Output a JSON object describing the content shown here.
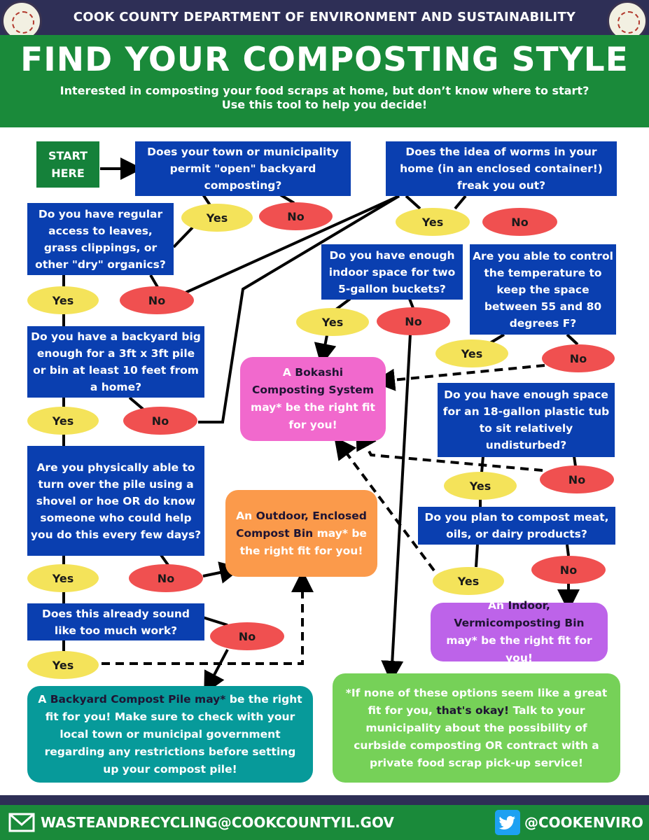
{
  "header": {
    "department": "COOK COUNTY DEPARTMENT OF ENVIRONMENT AND SUSTAINABILITY",
    "title": "FIND YOUR COMPOSTING STYLE",
    "intro_line1": "Interested in composting your food scraps at home, but don’t know where to start?",
    "intro_line2": "Use this tool to help you decide!"
  },
  "start": {
    "line1": "START",
    "line2": "HERE"
  },
  "questions": {
    "open_composting": "Does your town or municipality permit \"open\" backyard composting?",
    "worms": "Does the idea of worms in your home (in an enclosed container!) freak you out?",
    "dry_organics": "Do you have regular access to leaves, grass clippings, or other \"dry\" organics?",
    "indoor_space": "Do you have enough indoor space for two 5-gallon buckets?",
    "temperature": "Are you able to control the temperature to keep the space between 55 and 80 degrees F?",
    "backyard": "Do you have a backyard big enough for a 3ft x 3ft pile or bin at least 10 feet from a home?",
    "tub_space": "Do you have enough space for an 18-gallon plastic tub to sit relatively undisturbed?",
    "physically_able": "Are you physically able to turn over the pile using a shovel or hoe OR do know someone who could help you do this every few days?",
    "meat_oils": "Do you plan to compost meat, oils, or dairy products?",
    "too_much_work": "Does this already sound like too much work?"
  },
  "answers": {
    "yes": "Yes",
    "no": "No"
  },
  "results": {
    "bokashi": {
      "pre": "A ",
      "name": "Bokashi Composting System",
      "post": " may* be the right fit for you!"
    },
    "outdoor_bin": {
      "pre": "An ",
      "name": "Outdoor, Enclosed Compost Bin",
      "post": " may* be the right fit for you!"
    },
    "vermi": {
      "pre": "An ",
      "name": "Indoor, Vermicomposting Bin",
      "post": " may* be the right fit for you!"
    },
    "backyard_pile": {
      "pre": "A ",
      "name": "Backyard Compost Pile",
      "mid": " may*",
      "post": " be the right fit for you! Make sure to check with your local town or municipal government regarding any restrictions before setting up your compost pile!"
    },
    "none": {
      "pre": "*If none of these options seem like a great fit for you, ",
      "name": "that's okay!",
      "post": " Talk to your municipality about the possibility of curbside composting OR contract with a private food scrap pick-up service!"
    }
  },
  "footer": {
    "email": "WASTEANDRECYCLING@COOKCOUNTYIL.GOV",
    "twitter": "@COOKENVIRO"
  },
  "icons": {
    "mail": "mail-icon",
    "twitter": "twitter-icon",
    "seal": "cook-county-seal"
  },
  "colors": {
    "navy": "#2e2f56",
    "green": "#1a8a3a",
    "question_blue": "#0a3fb0",
    "yes": "#f4e35a",
    "no": "#f05050",
    "bokashi": "#f169cd",
    "outdoor": "#fb9a4b",
    "vermi": "#bd63e9",
    "pile": "#079a9a",
    "none": "#76d158"
  }
}
